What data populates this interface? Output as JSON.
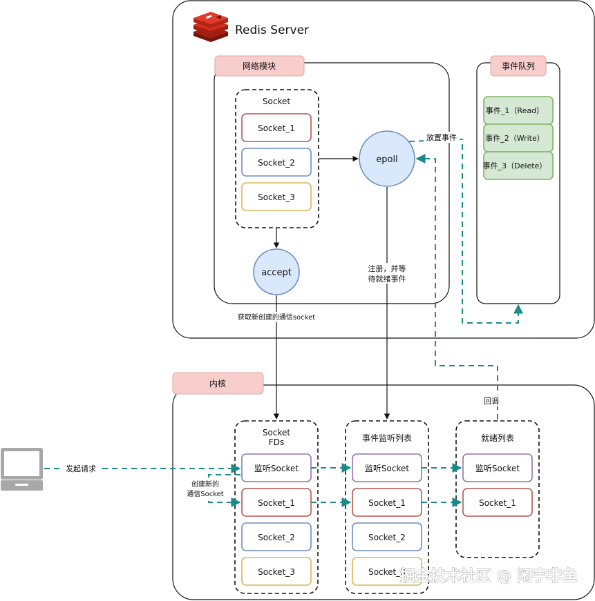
{
  "server": {
    "title": "Redis Server",
    "network_module": {
      "label": "网络模块",
      "socket_group": {
        "title": "Socket",
        "items": [
          "Socket_1",
          "Socket_2",
          "Socket_3"
        ]
      },
      "epoll": "epoll",
      "accept": "accept"
    },
    "event_queue": {
      "label": "事件队列",
      "events": [
        "事件_1（Read）",
        "事件_2（Write）",
        "事件_3（Delete）"
      ]
    }
  },
  "kernel": {
    "label": "内核",
    "socket_fds": {
      "title_line1": "Socket",
      "title_line2": "FDs",
      "items": [
        "监听Socket",
        "Socket_1",
        "Socket_2",
        "Socket_3"
      ]
    },
    "event_listen_list": {
      "title": "事件监听列表",
      "items": [
        "监听Socket",
        "Socket_1",
        "Socket_2",
        "Socket_3"
      ]
    },
    "ready_list": {
      "title": "就绪列表",
      "items": [
        "监听Socket",
        "Socket_1"
      ]
    }
  },
  "edge_labels": {
    "put_event": "放置事件",
    "register_wait_line1": "注册，并等",
    "register_wait_line2": "待就绪事件",
    "get_new_socket": "获取新创建的通信socket",
    "callback": "回调",
    "send_request": "发起请求",
    "create_new_line1": "创建新的",
    "create_new_line2": "通信Socket"
  },
  "watermark": "掘金技术社区 @ 闲宇非鱼",
  "colors": {
    "red": "#b85450",
    "blue": "#6c8ebf",
    "yellow": "#d6b656",
    "purple": "#9673a6",
    "green": "#82b366",
    "green_fill": "#d5e8d4",
    "label_fill": "#f8cecc",
    "circle_fill": "#dae8fc",
    "teal": "#1a8a8a"
  }
}
